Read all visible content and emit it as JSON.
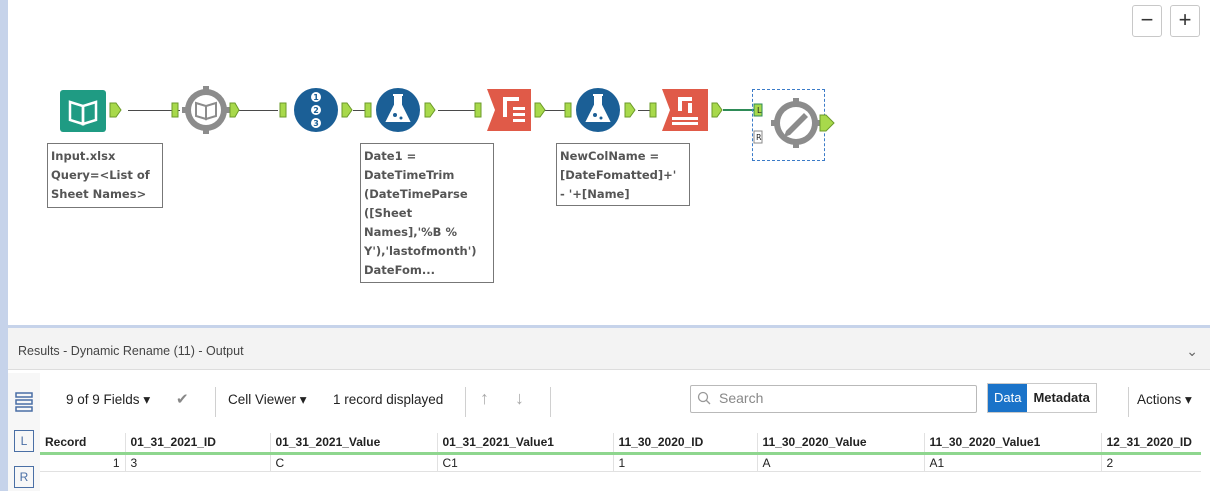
{
  "canvas": {
    "zoom_out_label": "−",
    "zoom_in_label": "+",
    "tools": [
      {
        "name": "input-data-icon"
      },
      {
        "name": "dynamic-input-icon"
      },
      {
        "name": "record-id-icon"
      },
      {
        "name": "formula-icon"
      },
      {
        "name": "transpose-icon"
      },
      {
        "name": "formula-icon"
      },
      {
        "name": "cross-tab-icon"
      },
      {
        "name": "dynamic-rename-icon"
      }
    ],
    "annotations": {
      "input": "Input.xlsx\nQuery=<List of\nSheet Names>",
      "formula1": "Date1 =\nDateTimeTrim\n(DateTimeParse\n([Sheet\nNames],'%B %\nY'),'lastofmonth')\nDateFom...",
      "formula2": "NewColName =\n[DateFomatted]+'\n- '+[Name]"
    },
    "anchor_labels": {
      "left": "L",
      "right": "R"
    }
  },
  "results": {
    "title": "Results - Dynamic Rename (11) - Output",
    "fields_label": "9 of 9 Fields",
    "cell_viewer_label": "Cell Viewer",
    "records_label": "1 record displayed",
    "search_placeholder": "Search",
    "data_tab": "Data",
    "metadata_tab": "Metadata",
    "actions_label": "Actions",
    "side_icons": [
      {
        "name": "list-view-icon",
        "label": ""
      },
      {
        "name": "left-input-icon",
        "label": "L"
      },
      {
        "name": "right-input-icon",
        "label": "R"
      }
    ],
    "table": {
      "columns": [
        "Record",
        "01_31_2021_ID",
        "01_31_2021_Value",
        "01_31_2021_Value1",
        "11_30_2020_ID",
        "11_30_2020_Value",
        "11_30_2020_Value1",
        "12_31_2020_ID"
      ],
      "rows": [
        [
          "1",
          "3",
          "C",
          "C1",
          "1",
          "A",
          "A1",
          "2"
        ]
      ]
    }
  },
  "colors": {
    "input_green": "#1f9b83",
    "tool_blue": "#1b5f96",
    "tool_red": "#e05a48",
    "connector_green": "#a8d94b",
    "gray_tool": "#8c8c8c",
    "accent_blue": "#1a73c9"
  }
}
